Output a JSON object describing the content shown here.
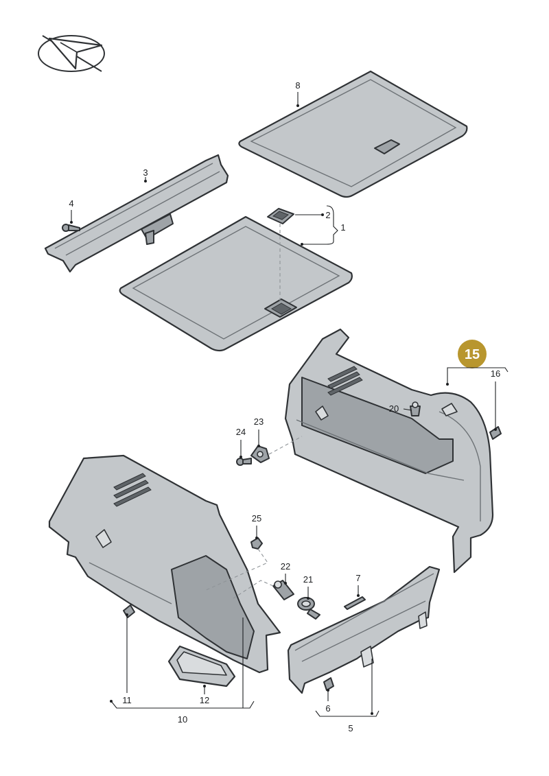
{
  "callouts": {
    "c1": "1",
    "c2": "2",
    "c3": "3",
    "c4": "4",
    "c5": "5",
    "c6": "6",
    "c7": "7",
    "c8": "8",
    "c10": "10",
    "c11": "11",
    "c12": "12",
    "c15": "15",
    "c16": "16",
    "c20": "20",
    "c21": "21",
    "c22": "22",
    "c23": "23",
    "c24": "24",
    "c25": "25"
  },
  "highlight": {
    "part": "15",
    "color": "#b8962e"
  },
  "colors": {
    "part_fill": "#c3c7ca",
    "outline": "#2f3235"
  },
  "icons": {
    "logo": "paper-plane-emblem-icon"
  }
}
